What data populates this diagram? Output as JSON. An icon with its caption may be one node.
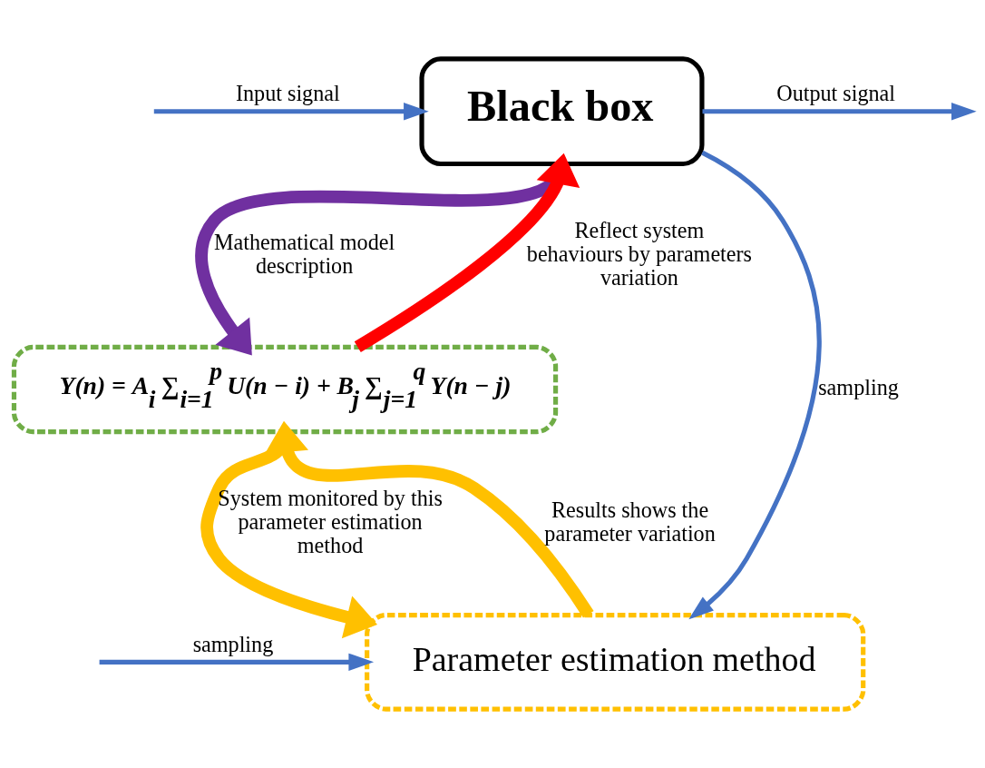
{
  "diagram": {
    "nodes": [
      {
        "text": [
          "Black box"
        ]
      },
      {
        "text": [
          "Y(n) = A$_{i}$ ∑$_{i=1}$$^{p}$ U(n − i) + B$_{j}$ ∑$_{j=1}$$^{q}$ Y(n − j)"
        ]
      },
      {
        "text": [
          "Parameter estimation method"
        ]
      }
    ],
    "edges": [
      {
        "from": null,
        "to": 0,
        "arrow": "to",
        "label": "Input signal"
      },
      {
        "from": 0,
        "to": null,
        "arrow": "to",
        "label": "Output signal"
      },
      {
        "from": 0,
        "to": 1,
        "arrow": "to",
        "label": "Mathematical model description",
        "style": "thick",
        "color": "#7030a0"
      },
      {
        "from": 1,
        "to": 0,
        "arrow": "to",
        "label": "Reflect system behaviours by parameters variation",
        "style": "thick",
        "color": "#ff0000"
      },
      {
        "from": 2,
        "to": 1,
        "arrow": "to",
        "label": "Results shows the parameter variation",
        "style": "thick",
        "color": "#ffc000"
      },
      {
        "from": 1,
        "to": 2,
        "arrow": "to",
        "label": "System monitored by this parameter estimation method",
        "style": "thick",
        "color": "#ffc000"
      },
      {
        "from": null,
        "to": 2,
        "arrow": "to",
        "label": "sampling"
      },
      {
        "from": 0,
        "to": 2,
        "arrow": "to",
        "label": "sampling"
      }
    ]
  }
}
